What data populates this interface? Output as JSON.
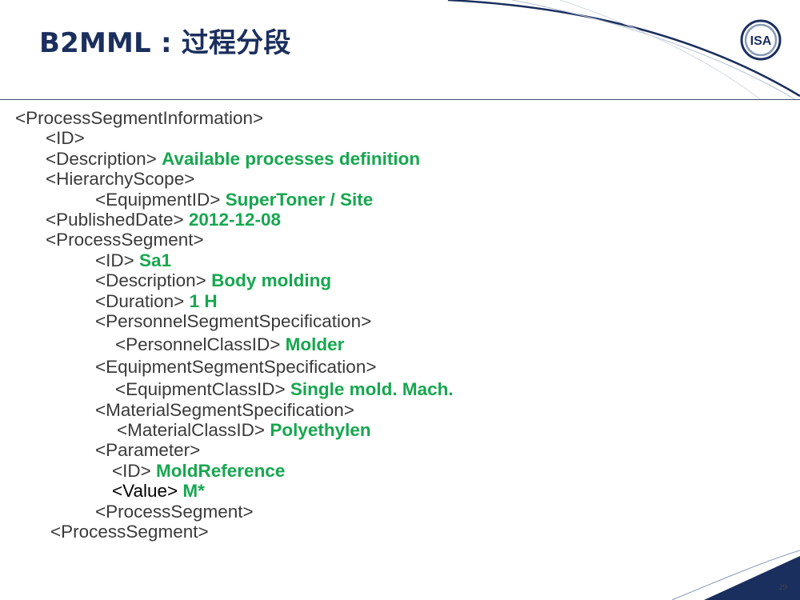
{
  "slide": {
    "title": "B2MML : 过程分段",
    "page_number": "29",
    "logo": {
      "text": "ISA",
      "icon": "isa-logo-icon",
      "colors": {
        "ring": "#1b2f5e",
        "accent": "#8a9bb8"
      }
    }
  },
  "colors": {
    "tag_text": "#3a3a3a",
    "value_text": "#16a74f",
    "title": "#1b2f5e"
  },
  "xml_lines": [
    {
      "tag": "<ProcessSegmentInformation>",
      "value": ""
    },
    {
      "tag": "<ID>",
      "value": ""
    },
    {
      "tag": "<Description>",
      "value": "Available processes definition"
    },
    {
      "tag": "<HierarchyScope>",
      "value": ""
    },
    {
      "tag": "<EquipmentID>",
      "value": "SuperToner / Site"
    },
    {
      "tag": "<PublishedDate>",
      "value": "2012-12-08"
    },
    {
      "tag": "<ProcessSegment>",
      "value": ""
    },
    {
      "tag": "<ID>",
      "value": "Sa1"
    },
    {
      "tag": "<Description>",
      "value": "Body molding"
    },
    {
      "tag": "<Duration>",
      "value": "1 H"
    },
    {
      "tag": "<PersonnelSegmentSpecification>",
      "value": ""
    },
    {
      "tag": "<PersonnelClassID>",
      "value": "Molder"
    },
    {
      "tag": "<EquipmentSegmentSpecification>",
      "value": ""
    },
    {
      "tag": "<EquipmentClassID>",
      "value": "Single mold. Mach."
    },
    {
      "tag": "<MaterialSegmentSpecification>",
      "value": ""
    },
    {
      "tag": "<MaterialClassID>",
      "value": "Polyethylen"
    },
    {
      "tag": "<Parameter>",
      "value": ""
    },
    {
      "tag": "<ID>",
      "value": "MoldReference"
    },
    {
      "tag": "<Value>",
      "value": "M*"
    },
    {
      "tag": "<ProcessSegment>",
      "value": ""
    },
    {
      "tag": "<ProcessSegment>",
      "value": ""
    }
  ]
}
